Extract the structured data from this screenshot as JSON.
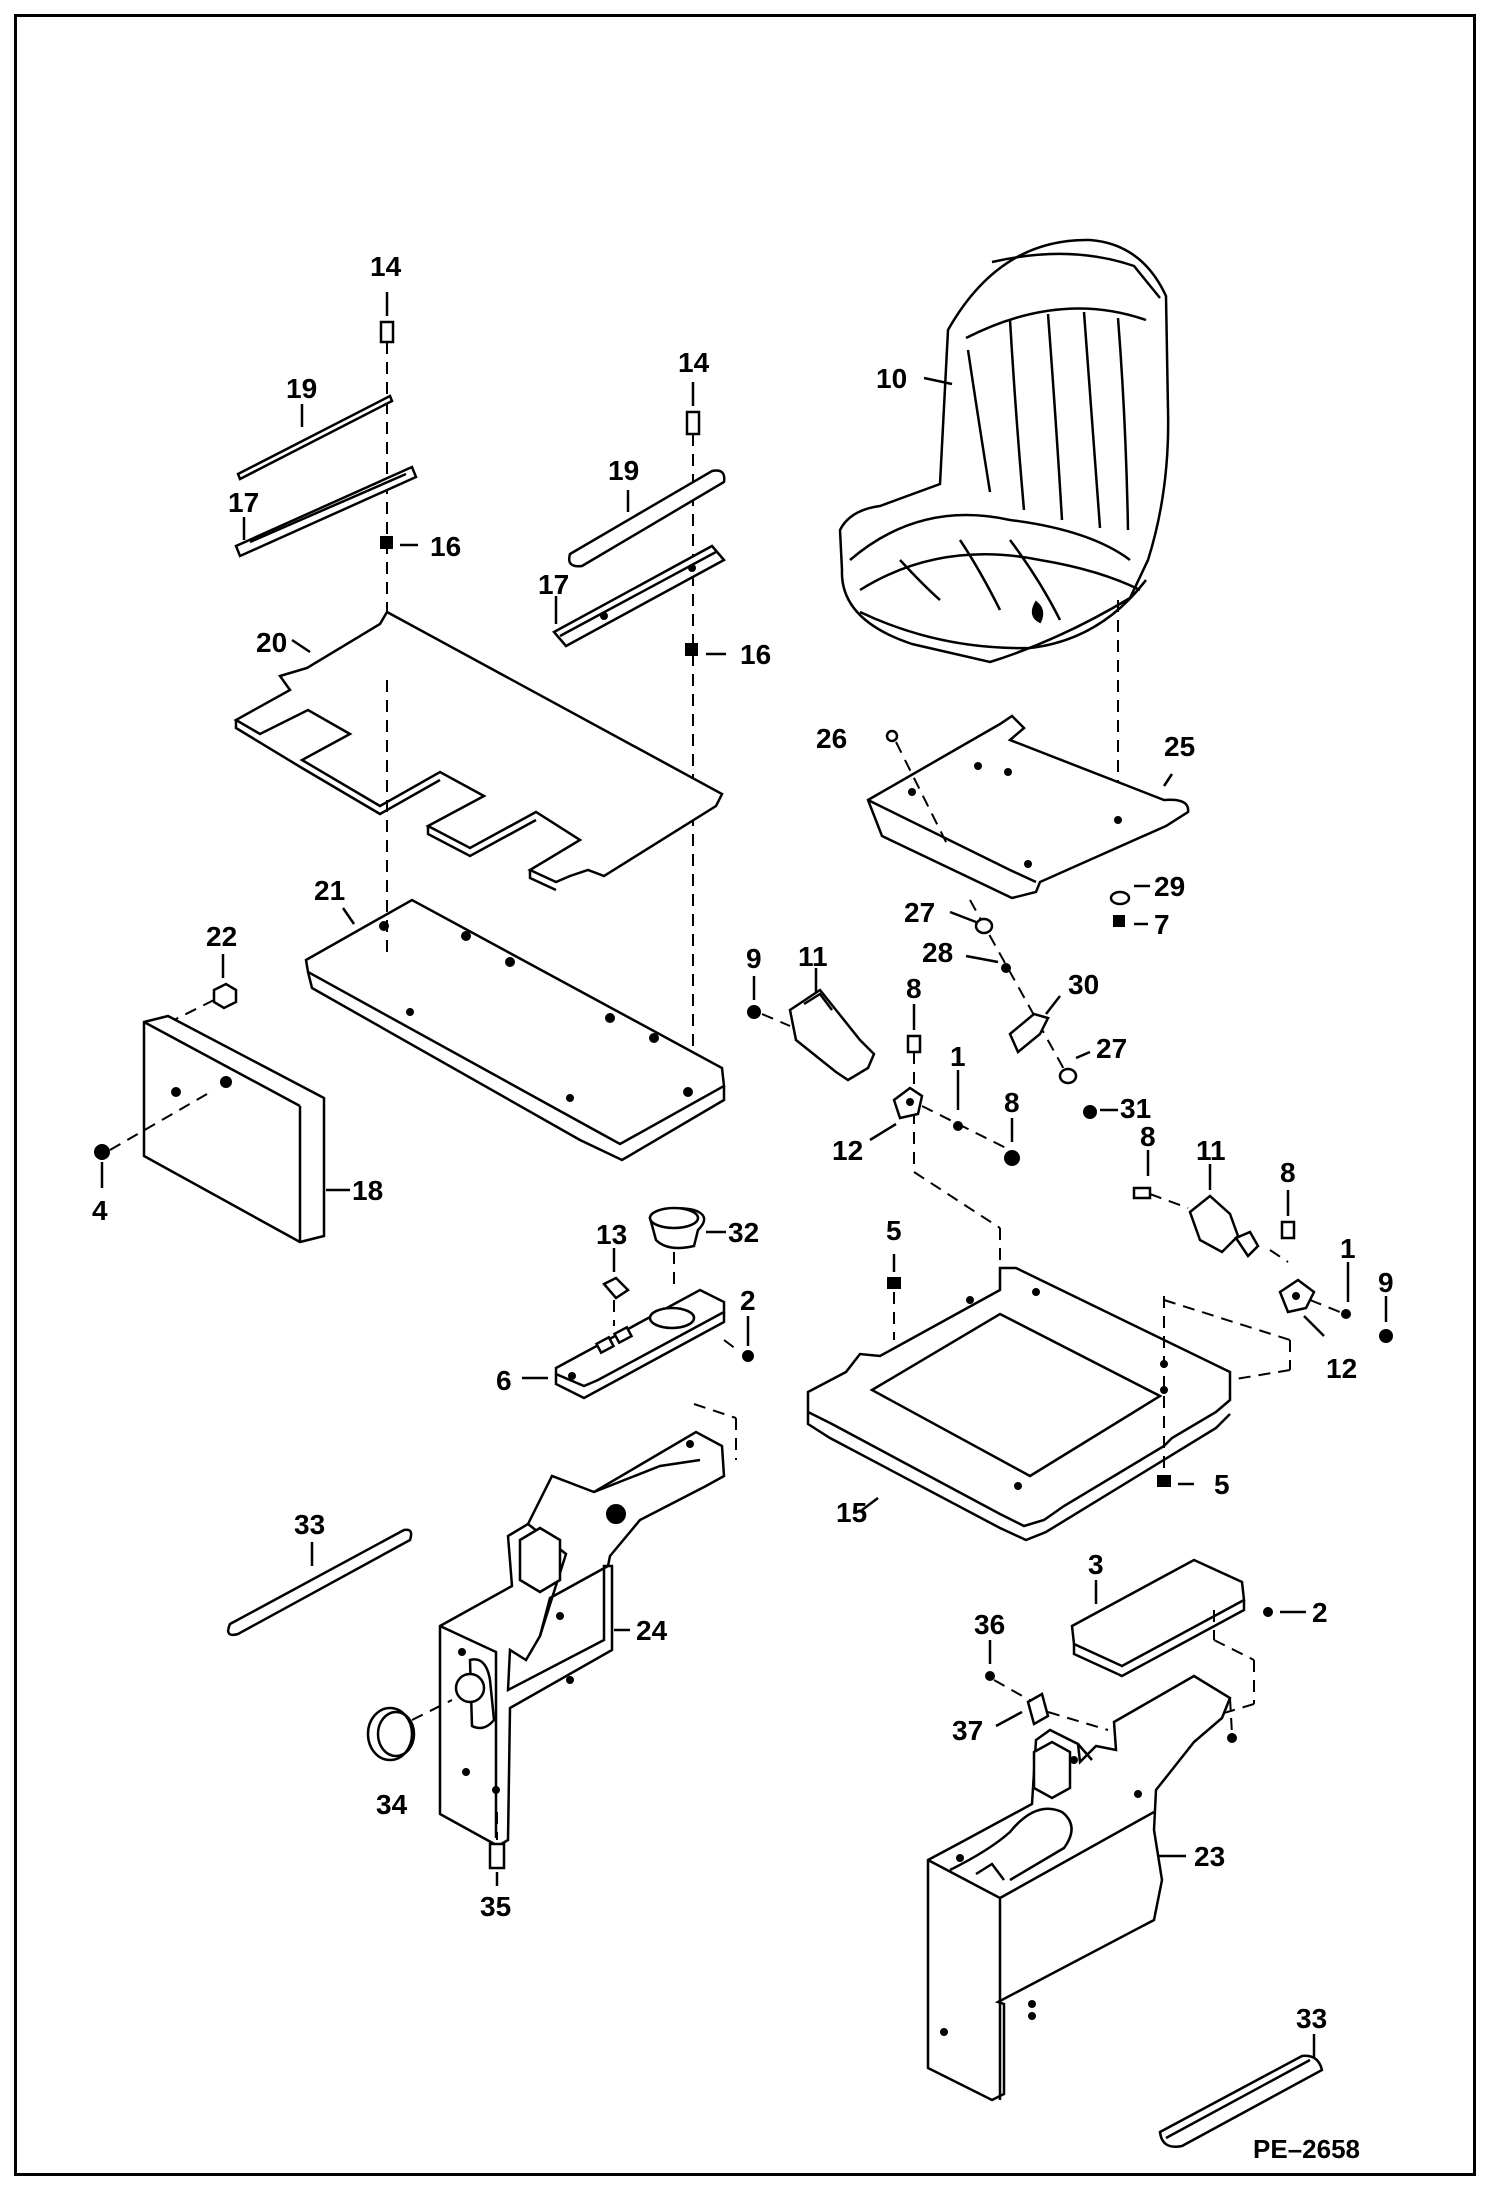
{
  "drawing_code": "PE–2658",
  "callouts": {
    "c14a": "14",
    "c19a": "19",
    "c17a": "17",
    "c16a": "16",
    "c14b": "14",
    "c19b": "19",
    "c17b": "17",
    "c16b": "16",
    "c20": "20",
    "c21": "21",
    "c22": "22",
    "c18": "18",
    "c4": "4",
    "c10": "10",
    "c26": "26",
    "c25": "25",
    "c29": "29",
    "c7": "7",
    "c27a": "27",
    "c28": "28",
    "c30": "30",
    "c27b": "27",
    "c31": "31",
    "c9a": "9",
    "c11a": "11",
    "c8a": "8",
    "c1a": "1",
    "c8b": "8",
    "c12a": "12",
    "c8c": "8",
    "c11b": "11",
    "c8d": "8",
    "c1b": "1",
    "c9b": "9",
    "c12b": "12",
    "c5a": "5",
    "c5b": "5",
    "c15": "15",
    "c13": "13",
    "c32": "32",
    "c2a": "2",
    "c6": "6",
    "c33a": "33",
    "c24": "24",
    "c34": "34",
    "c35": "35",
    "c3": "3",
    "c2b": "2",
    "c36": "36",
    "c37": "37",
    "c23": "23",
    "c33b": "33"
  }
}
